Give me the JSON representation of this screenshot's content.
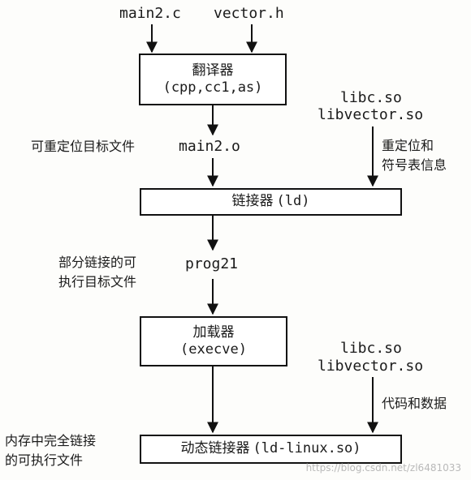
{
  "inputs": {
    "main_c": "main2.c",
    "vector_h": "vector.h"
  },
  "translator": {
    "title": "翻译器",
    "detail": "(cpp,cc1,as)"
  },
  "static_libs": {
    "libc": "libc.so",
    "libvector": "libvector.so",
    "note_line1": "重定位和",
    "note_line2": "符号表信息"
  },
  "relocatable": {
    "label": "可重定位目标文件",
    "file": "main2.o"
  },
  "linker": {
    "title": "链接器",
    "detail": "(ld)"
  },
  "partial_exec": {
    "label_line1": "部分链接的可",
    "label_line2": "执行目标文件",
    "file": "prog21"
  },
  "loader": {
    "title": "加载器",
    "detail": "(execve)"
  },
  "dynamic_libs": {
    "libc": "libc.so",
    "libvector": "libvector.so",
    "note": "代码和数据"
  },
  "full_exec": {
    "label_line1": "内存中完全链接",
    "label_line2": "的可执行文件"
  },
  "dynamic_linker": {
    "title": "动态链接器",
    "detail": "(ld-linux.so)"
  },
  "watermark": "https://blog.csdn.net/zl6481033"
}
